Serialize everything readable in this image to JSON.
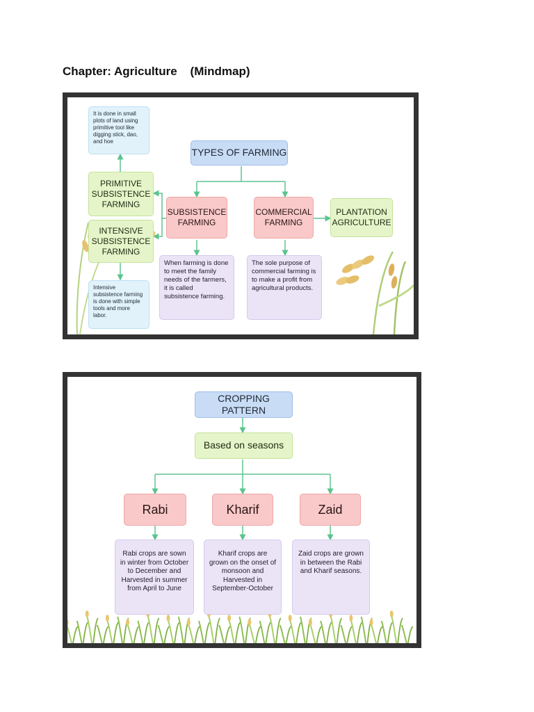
{
  "page": {
    "title": "Chapter: Agriculture    (Mindmap)"
  },
  "mindmap_farming": {
    "root": "TYPES OF FARMING",
    "subsistence": "SUBSISTENCE FARMING",
    "commercial": "COMMERCIAL FARMING",
    "plantation": "PLANTATION AGRICULTURE",
    "primitive": "PRIMITIVE SUBSISTENCE FARMING",
    "intensive": "INTENSIVE SUBSISTENCE FARMING",
    "primitive_desc": "It is done in small plots of land using primitive tool like digging stick, dao, and hoe",
    "intensive_desc": "Intensive subsistence farming is done with simple tools and more labor.",
    "subsistence_desc": "When farming is done to meet the family needs of the farmers, it is called subsistence farming.",
    "commercial_desc": "The sole purpose of commercial farming is to make a profit from agricultural products."
  },
  "mindmap_cropping": {
    "root": "CROPPING PATTERN",
    "seasons": "Based on seasons",
    "rabi": "Rabi",
    "kharif": "Kharif",
    "zaid": "Zaid",
    "rabi_desc": "Rabi crops are sown in winter from October to December and Harvested in summer from April to June",
    "kharif_desc": "Kharif crops are grown on the onset of monsoon and Harvested in September-October",
    "zaid_desc": "Zaid crops are grown in between the Rabi and Kharif seasons."
  },
  "colors": {
    "connector": "#5cc48f",
    "frame": "#333333",
    "root_box": "#c9dcf6",
    "green_box": "#e6f5c9",
    "pink_box": "#f9c9c9",
    "purple_box": "#ebe4f7"
  }
}
